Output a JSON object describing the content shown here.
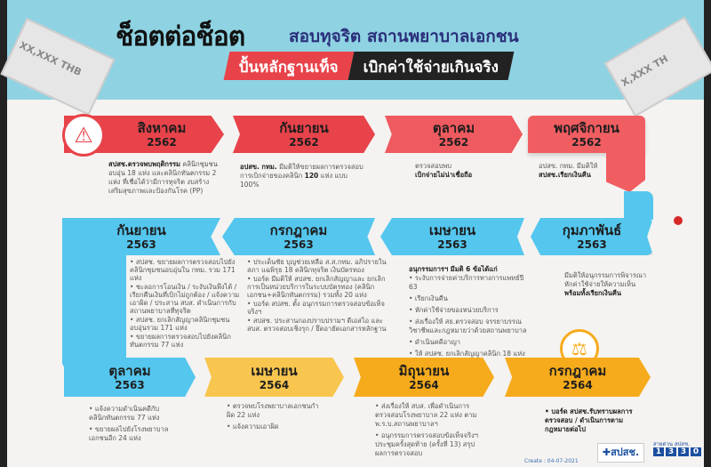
{
  "header": {
    "title": "ช็อตต่อช็อต",
    "subtitle": "สอบทุจริต สถานพยาบาลเอกชน",
    "tag_left": "ปั้นหลักฐานเท็จ",
    "tag_right": "เบิกค่าใช้จ่ายเกินจริง"
  },
  "colors": {
    "red": "#e8434a",
    "blue": "#55c6ee",
    "orange": "#f6ab1c",
    "yellow": "#f8c64f",
    "band": "#8fd3e3",
    "navy": "#2b2f7a"
  },
  "timeline": [
    {
      "month": "สิงหาคม",
      "year": "2562",
      "lead": "สปสช.ตรวจพบพฤติกรรม",
      "text": "คลินิกชุมชนอบอุ่น 18 แห่ง และคลินิกทันตกรรม 2 แห่ง ที่เชื่อได้ว่ามีการทุจริต งบสร้างเสริมสุขภาพและป้องกันโรค (PP)"
    },
    {
      "month": "กันยายน",
      "year": "2562",
      "lead": "อปสข. กทม.",
      "text": "มีมติให้ขยายผลการตรวจสอบ การเบิกจ่ายของคลินิก",
      "bold2": "120",
      "text2": "แห่ง แบบ 100%"
    },
    {
      "month": "ตุลาคม",
      "year": "2562",
      "text": "ตรวจสอบพบ",
      "bold": "เบิกจ่ายไม่น่าเชื่อถือ"
    },
    {
      "month": "พฤศจิกายน",
      "year": "2562",
      "text": "อปสข. กทม. มีมติให้",
      "bold": "สปสช.เรียกเงินคืน"
    },
    {
      "month": "กุมภาพันธ์",
      "year": "2563",
      "text": "มีมติให้อนุกรรมการพิจารณาหักค่าใช้จ่ายให้ความเห็น",
      "bold": "พร้อมทั้งเรียกเงินคืน"
    },
    {
      "month": "เมษายน",
      "year": "2563",
      "lead": "อนุกรรมการฯ มีมติ 6 ข้อได้แก่",
      "items": [
        "ระงับการจ่ายค่าบริการทางการแพทย์ปี 63",
        "เรียกเงินคืน",
        "หักค่าใช้จ่ายของหน่วยบริการ",
        "ส่งเรื่องให้ สธ.ตรวจสอบ จรรยาบรรณวิชาชีพและกฎหมายว่าด้วยสถานพยาบาล",
        "ดำเนินคดีอาญา",
        "ให้ สปสช. ยกเลิกสัญญาคลินิก 18 แห่ง"
      ]
    },
    {
      "month": "กรกฎาคม",
      "year": "2563",
      "items": [
        "ประเด็นชัย บุญช่วยเหลือ ส.ส.กทม. อภิปรายในสภา แฉพิรุธ 18 คลินิกทุจริต เงินบัตรทอง",
        "บอร์ด มีมติให้ สปสช. ยกเลิกสัญญาและ ยกเลิกการเป็นหน่วยบริการในระบบบัตรทอง (คลินิกเอกชน+คลินิกทันตกรรม) รวมทั้ง 20 แห่ง",
        "บอร์ด สปสช. ตั้ง อนุกรรมการตรวจสอบข้อเท็จจริงฯ",
        "สปสช. ประสานกองปราบปรามฯ ดีเอสไอ และ สบส. ตรวจสอบเชิงรุก / ยึดอายัดเอกสารหลักฐาน"
      ]
    },
    {
      "month": "กันยายน",
      "year": "2563",
      "items": [
        "สปสช. ขยายผลการตรวจสอบไปยังคลินิกชุมชนอบอุ่นใน กทม. รวม 171 แห่ง",
        "ชะลอการโอนเงิน / ระงับเงินพึงได้ / เรียกคืนเงินที่เบิกไม่ถูกต้อง / แจ้งความเอาผิด / ประสาน สบส. ดำเนินการกับสถานพยาบาลที่ทุจริต",
        "สปสช. ยกเลิกสัญญาคลินิกชุมชนอบอุ่นรวม 171 แห่ง",
        "ขยายผลการตรวจสอบไปยังคลินิกทันตกรรม 77 แห่ง"
      ]
    },
    {
      "month": "ตุลาคม",
      "year": "2563",
      "items": [
        "แจ้งความดำเนินคดีกับคลินิกทันตกรรม 77 แห่ง",
        "ขยายผลไปยังโรงพยาบาลเอกชนอีก 24 แห่ง"
      ]
    },
    {
      "month": "เมษายน",
      "year": "2564",
      "items": [
        "ตรวจพบโรงพยาบาลเอกชนกำผิด 22 แห่ง",
        "แจ้งความเอาผิด"
      ]
    },
    {
      "month": "มิถุนายน",
      "year": "2564",
      "items": [
        "ส่งเรื่องให้ สบส. เพื่อดำเนินการตรวจสอบโรงพยาบาล 22 แห่ง ตาม พ.ร.บ.สถานพยาบาลฯ",
        "อนุกรรมการตรวจสอบข้อเท็จจริงฯ ประชุมครั้งสุดท้าย (ครั้งที่ 13) สรุปผลการตรวจสอบ"
      ]
    },
    {
      "month": "กรกฎาคม",
      "year": "2564",
      "items": [
        "บอร์ด สปสช.รับทราบผลการตรวจสอบ / ดำเนินการตามกฎหมายต่อไป"
      ]
    }
  ],
  "footer": {
    "create": "Create : 04-07-2021",
    "logo": "สปสช.",
    "hotline_label": "สายด่วน สปสช.",
    "hotline": [
      "1",
      "3",
      "3",
      "0"
    ]
  },
  "paper": {
    "left": "XX,XXX THB",
    "right": "X,XXX TH"
  }
}
